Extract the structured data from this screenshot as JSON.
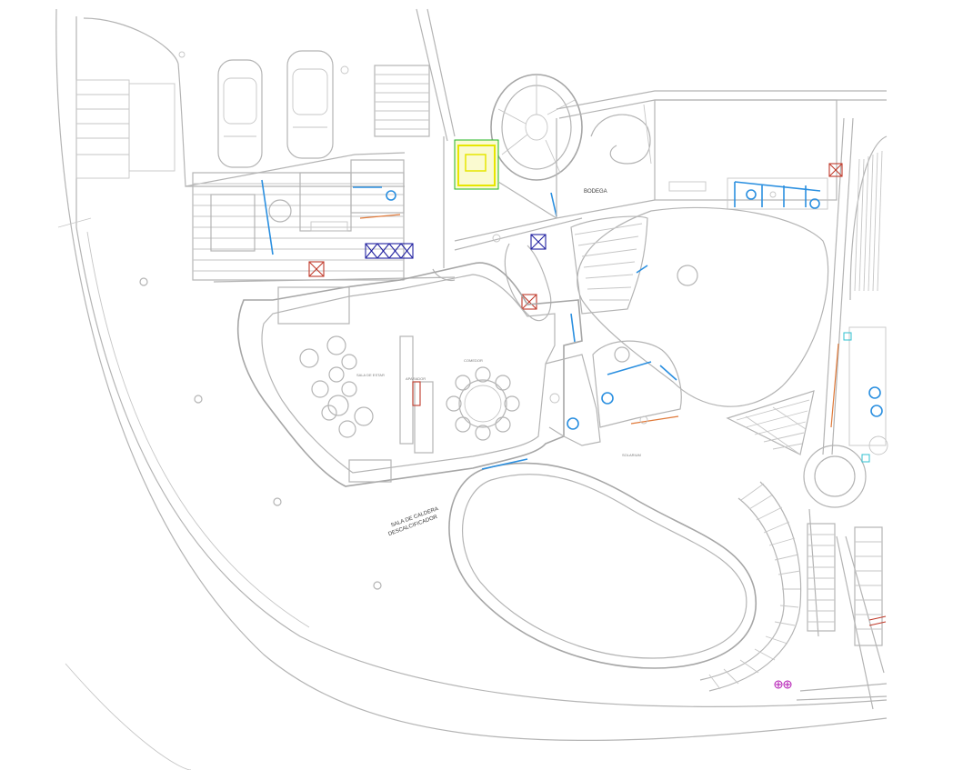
{
  "labels": {
    "bodega": "BODEGA",
    "boiler_line1": "SALA DE CALDERA",
    "boiler_line2": "DESCALCIFICADOR"
  },
  "colors": {
    "linework": "#b4b4b4",
    "door_swing": "#2a8fe0",
    "wardrobe_cross": "#2020a0",
    "shaft_cross": "#c03a2a",
    "stair_highlight": "#e6e600",
    "electrical": "#b010b0"
  }
}
